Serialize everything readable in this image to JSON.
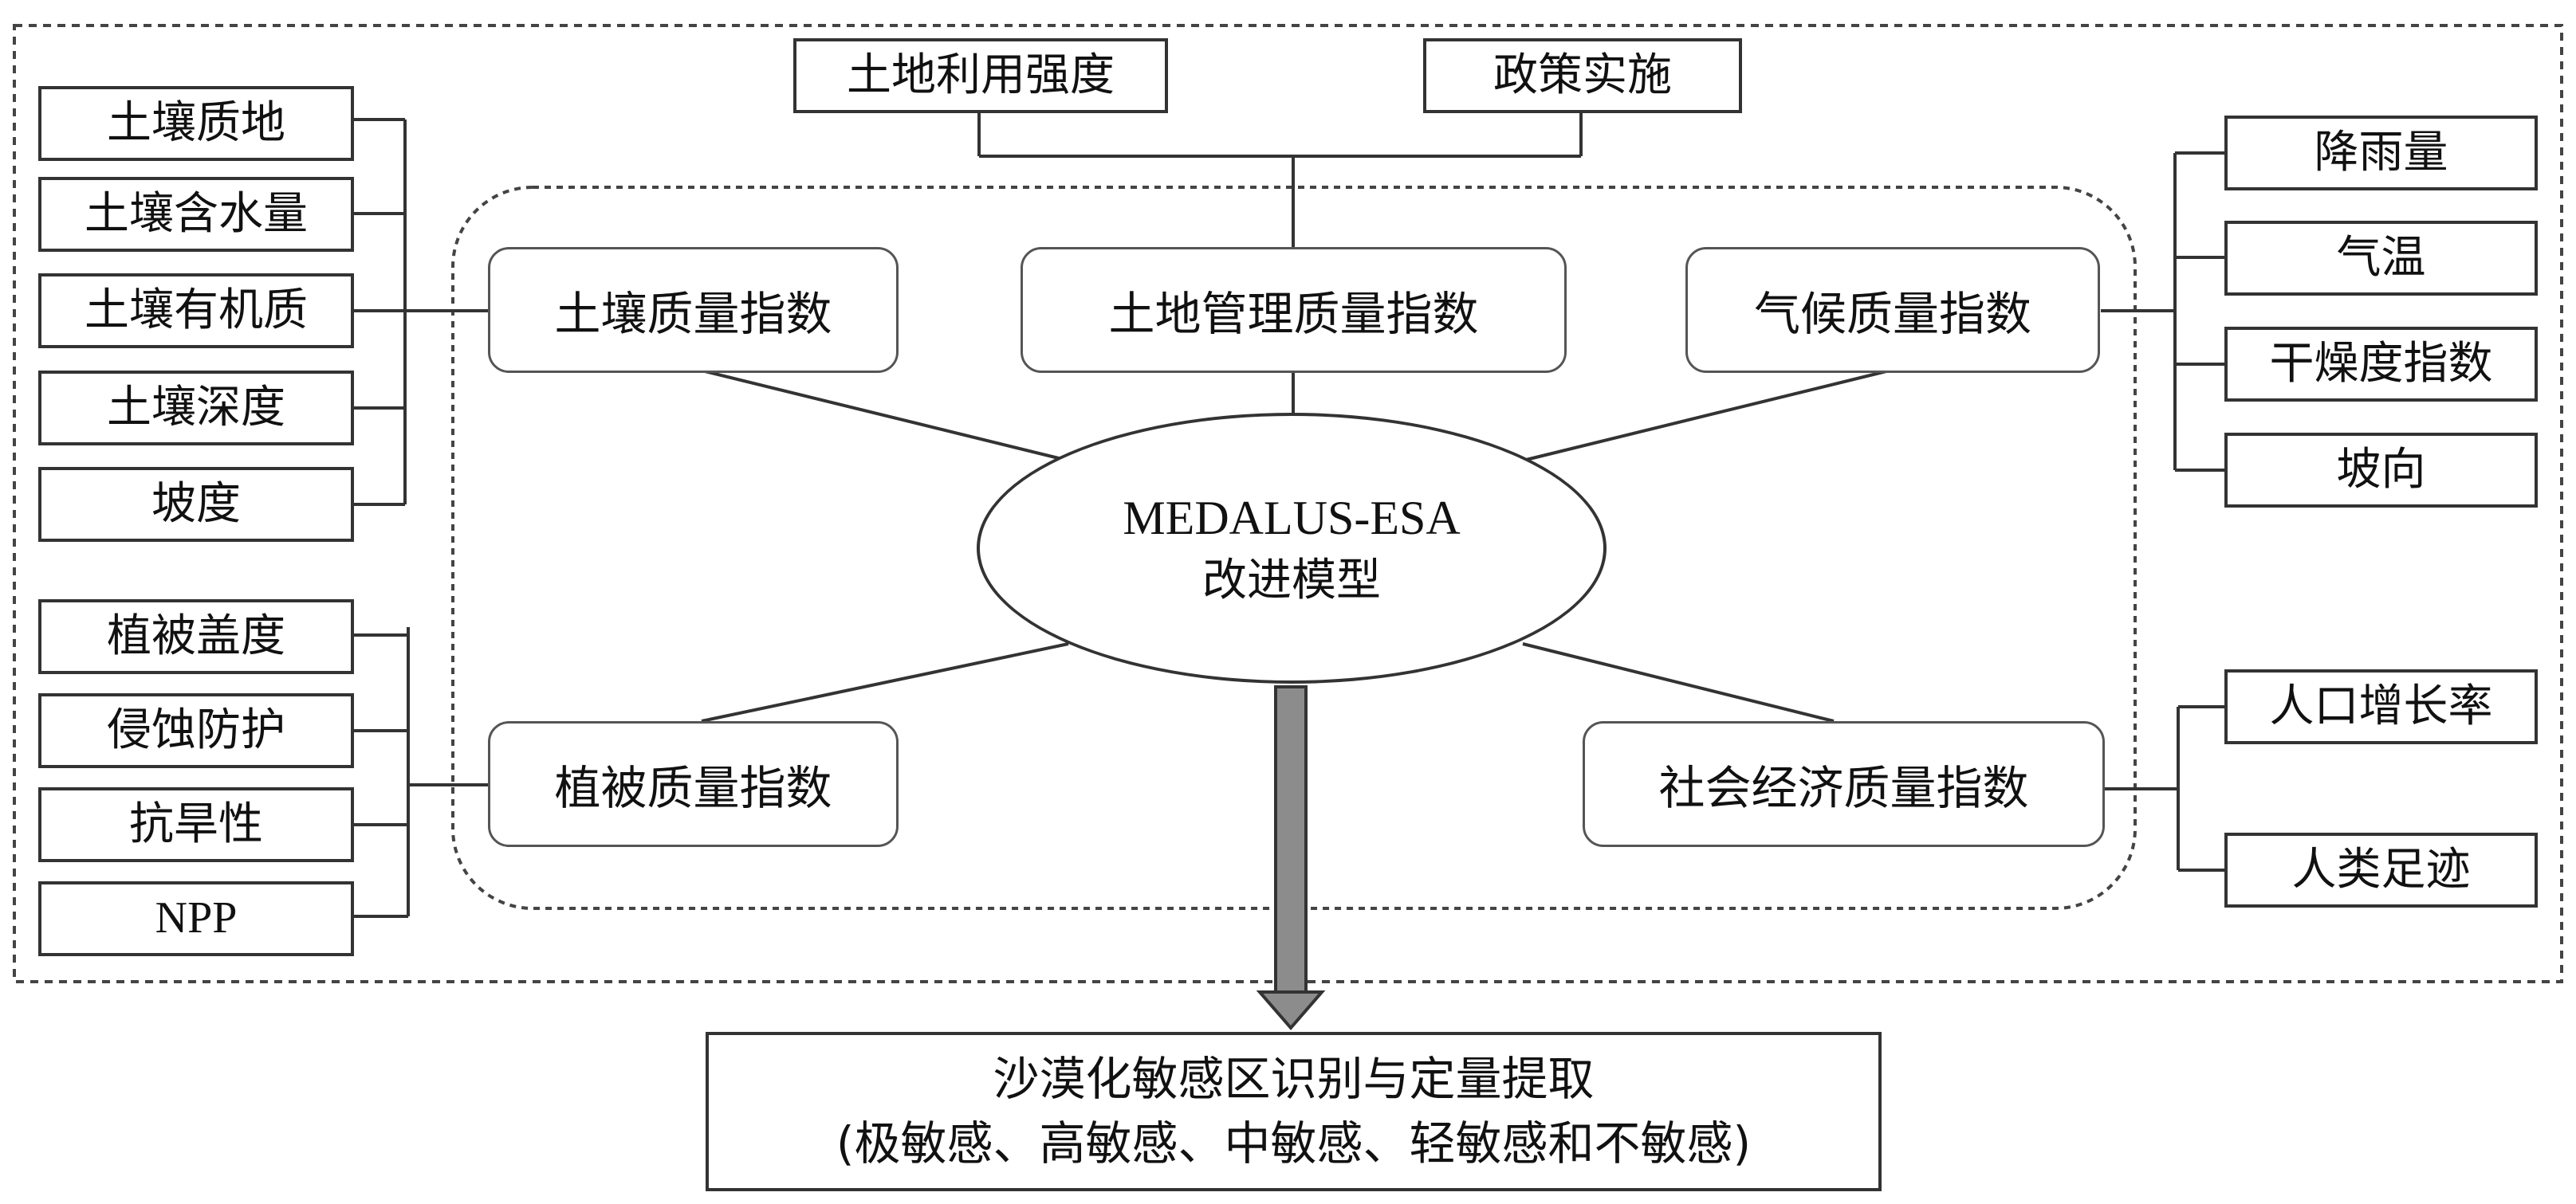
{
  "center": {
    "line1": "MEDALUS-ESA",
    "line2": "改进模型"
  },
  "indices": {
    "soil": "土壤质量指数",
    "land_management": "土地管理质量指数",
    "climate": "气候质量指数",
    "vegetation": "植被质量指数",
    "socioeconomic": "社会经济质量指数"
  },
  "soil_factors": [
    "土壤质地",
    "土壤含水量",
    "土壤有机质",
    "土壤深度",
    "坡度"
  ],
  "vegetation_factors": [
    "植被盖度",
    "侵蚀防护",
    "抗旱性",
    "NPP"
  ],
  "land_management_factors": [
    "土地利用强度",
    "政策实施"
  ],
  "climate_factors": [
    "降雨量",
    "气温",
    "干燥度指数",
    "坡向"
  ],
  "socioeconomic_factors": [
    "人口增长率",
    "人类足迹"
  ],
  "output": {
    "line1": "沙漠化敏感区识别与定量提取",
    "line2": "(极敏感、高敏感、中敏感、轻敏感和不敏感)"
  },
  "colors": {
    "stroke": "#333333",
    "arrow_fill": "#8c8c8c",
    "dashed_border": "#555555"
  }
}
